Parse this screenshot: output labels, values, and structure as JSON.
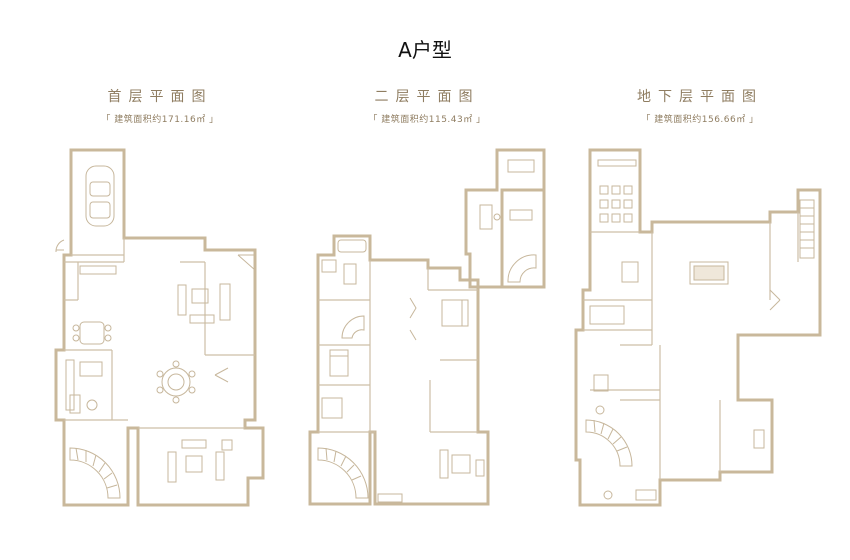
{
  "page": {
    "title": "A户型"
  },
  "plans": [
    {
      "name": "首层平面图",
      "area": "「 建筑面积约171.16㎡ 」"
    },
    {
      "name": "二层平面图",
      "area": "「 建筑面积约115.43㎡ 」"
    },
    {
      "name": "地下层平面图",
      "area": "「 建筑面积约156.66㎡ 」"
    }
  ],
  "colors": {
    "wall": "#c9b89b",
    "text": "#8f7d61"
  }
}
